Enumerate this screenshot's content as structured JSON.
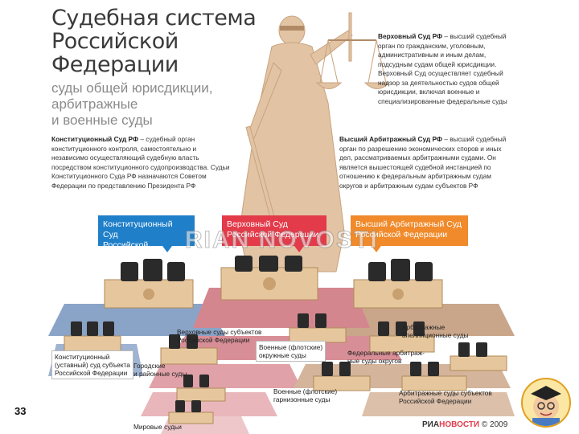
{
  "title": "Судебная система\nРоссийской\nФедерации",
  "subtitle": "суды общей юрисдикции,\nарбитражные\nи военные суды",
  "descriptions": {
    "constitutional_head": "Конституционный Суд РФ",
    "constitutional_body": " – судебный орган конституционного контроля, самостоятельно и независимо осуществляющий судебную власть посредством конституционного судопроизводства. Судьи Конституционного Суда РФ назначаются Советом Федерации по представлению Президента РФ",
    "supreme_head": "Верховный Суд РФ",
    "supreme_body": " – высший судебный орган по гражданским, уголовным, административным и иным делам, подсудным судам общей юрисдикции. Верховный Суд осуществляет судебный надзор за деятельностью судов общей юрисдикции, включая военные и специализированные федеральные суды",
    "arbitration_head": "Высший Арбитражный Суд РФ",
    "arbitration_body": " – высший судебный орган по разрешению экономических споров и иных дел, рассматриваемых арбитражными судами. Он является вышестоящей судебной инстанцией по отношению к федеральным арбитражным судам округов и арбитражным судам субъектов РФ"
  },
  "callouts": {
    "constitutional": "Конституционный Суд\nРоссийской Федерации",
    "supreme": "Верховный Суд\nРоссийской Федерации",
    "arbitration": "Высший Арбитражный Суд\nРоссийской Федерации"
  },
  "watermark": "RIAN NOVOSTI",
  "labels": {
    "regional_supreme": "Верховные суды субъектов\nРоссийской Федерации",
    "regional_constitutional": "Конституционный\n(уставный) суд субъекта\nРоссийской Федерации",
    "city_district": "Городские\nи районные суды",
    "military_district": "Военные (флотские)\nокружные суды",
    "arbitration_appeal": "Арбитражные\nапелляционные суды",
    "federal_arbitration_district": "Федеральные арбитраж-\nные суды округов",
    "military_garrison": "Военные (флотские)\nгарнизонные суды",
    "regional_arbitration": "Арбитражные суды субъектов\nРоссийской Федерации",
    "magistrate": "Мировые судьи"
  },
  "page_number": "33",
  "brand": {
    "ria": "РИА",
    "novosti": "НОВОСТИ",
    "copyright": "© 2009"
  },
  "colors": {
    "blue": "#1f7fc9",
    "red": "#e33b4a",
    "orange": "#f08a2b",
    "platform_blue": "#8aa4c8",
    "platform_red": "#d4868e",
    "platform_tan": "#c9a58a"
  }
}
